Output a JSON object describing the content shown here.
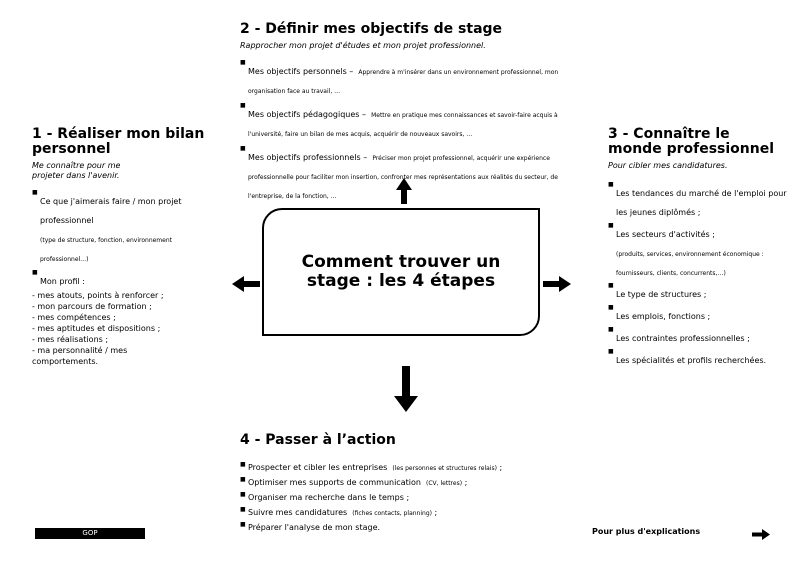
{
  "center": {
    "title": "Comment trouver un stage : les 4 étapes"
  },
  "step1": {
    "title": "1 - Réaliser mon bilan personnel",
    "subtitle": "Me connaître pour me projeter dans l'avenir.",
    "item1": "Ce que j'aimerais faire / mon projet professionnel",
    "item1_detail": "(type de structure, fonction, environnement professionnel…)",
    "item2": "Mon profil :",
    "profile_lines": [
      "- mes atouts, points à renforcer ;",
      "- mon parcours de formation ;",
      "- mes compétences ;",
      "- mes aptitudes et dispositions ;",
      "- mes réalisations ;",
      "- ma personnalité / mes comportements."
    ]
  },
  "step2": {
    "title": "2 - Définir mes objectifs de stage",
    "subtitle": "Rapprocher mon projet d'études et mon projet professionnel.",
    "items": [
      {
        "label": "Mes objectifs personnels –",
        "desc": "Apprendre à m'insérer dans un environnement professionnel, mon organisation face au travail, …"
      },
      {
        "label": "Mes objectifs pédagogiques –",
        "desc": "Mettre en pratique mes connaissances et savoir-faire acquis à l'université, faire un bilan de mes acquis, acquérir de nouveaux savoirs, …"
      },
      {
        "label": "Mes objectifs professionnels –",
        "desc": "Préciser mon projet professionnel, acquérir une expérience professionnelle pour faciliter mon insertion, confronter mes représentations aux réalités du secteur, de l'entreprise, de la fonction, …"
      }
    ]
  },
  "step3": {
    "title": "3 - Connaître le monde professionnel",
    "subtitle": "Pour cibler mes candidatures.",
    "items": [
      {
        "text": "Les tendances du marché de l'emploi pour les jeunes diplômés ;",
        "detail": ""
      },
      {
        "text": "Les secteurs d'activités ;",
        "detail": "(produits, services, environnement économique : fournisseurs, clients, concurrents,…)"
      },
      {
        "text": "Le type de structures ;",
        "detail": ""
      },
      {
        "text": "Les emplois, fonctions ;",
        "detail": ""
      },
      {
        "text": "Les contraintes professionnelles ;",
        "detail": ""
      },
      {
        "text": "Les spécialités et profils recherchées.",
        "detail": ""
      }
    ]
  },
  "step4": {
    "title": "4 - Passer à l’action",
    "items": [
      {
        "text": "Prospecter et cibler les entreprises",
        "detail": "(les personnes et structures relais)",
        "tail": " ;"
      },
      {
        "text": "Optimiser mes supports de communication",
        "detail": "(CV, lettres)",
        "tail": " ;"
      },
      {
        "text": "Organiser ma recherche dans le temps ;",
        "detail": "",
        "tail": ""
      },
      {
        "text": "Suivre mes candidatures",
        "detail": "(fiches contacts, planning)",
        "tail": " ;"
      },
      {
        "text": "Préparer l'analyse de mon stage.",
        "detail": "",
        "tail": ""
      }
    ]
  },
  "footer": {
    "gop_label": "GOP",
    "more_label": "Pour plus d'explications"
  }
}
